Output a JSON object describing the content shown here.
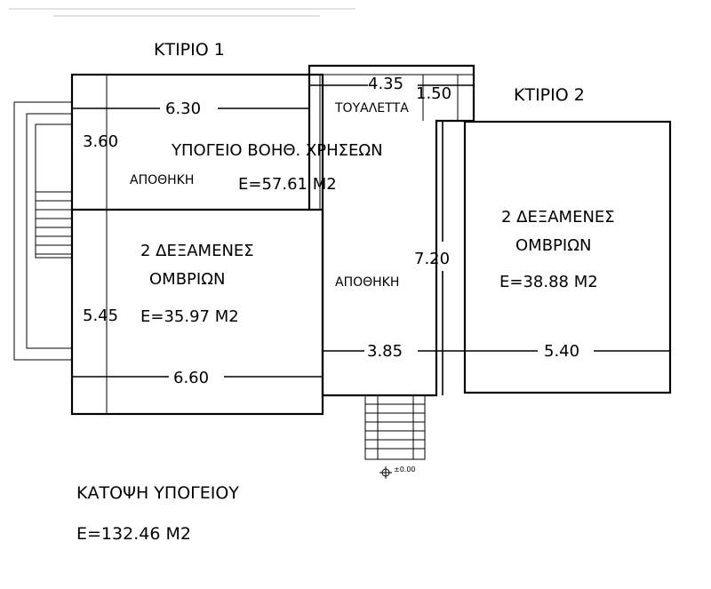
{
  "buildings": {
    "building1": "ΚΤΙΡΙΟ 1",
    "building2": "ΚΤΙΡΙΟ 2"
  },
  "dimensions": {
    "d_630": "6.30",
    "d_435": "4.35",
    "d_150": "1.50",
    "d_360": "3.60",
    "d_545": "5.45",
    "d_660": "6.60",
    "d_720": "7.20",
    "d_385": "3.85",
    "d_540": "5.40"
  },
  "rooms": {
    "toilet": "ΤΟΥΑΛΕΤΤΑ",
    "basement_aux_title": "ΥΠΟΓΕΙΟ ΒΟΗΘ. ΧΡΗΣΕΩΝ",
    "storage_left": "ΑΠΟΘΗΚΗ",
    "storage_center": "ΑΠΟΘΗΚΗ",
    "basement_aux_area": "Ε=57.61  Μ2",
    "tanks_left_line1": "2  ΔΕΞΑΜΕΝΕΣ",
    "tanks_left_line2": "ΟΜΒΡΙΩΝ",
    "tanks_left_area": "Ε=35.97  Μ2",
    "tanks_right_line1": "2  ΔΕΞΑΜΕΝΕΣ",
    "tanks_right_line2": "ΟΜΒΡΙΩΝ",
    "tanks_right_area": "Ε=38.88  Μ2"
  },
  "level_mark": "±0.00",
  "footer": {
    "plan_title": "ΚΑΤΟΨΗ  ΥΠΟΓΕΙΟΥ",
    "total_area": "Ε=132.46  Μ2"
  }
}
